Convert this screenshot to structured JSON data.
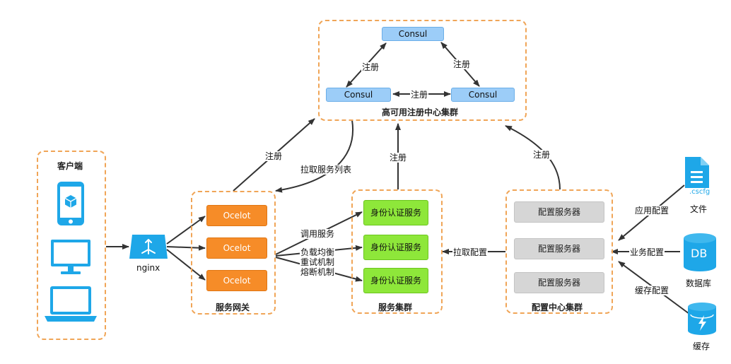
{
  "groups": {
    "registry": "高可用注册中心集群",
    "client": "客户端",
    "gateway": "服务网关",
    "service": "服务集群",
    "config": "配置中心集群"
  },
  "registry_nodes": [
    "Consul",
    "Consul",
    "Consul"
  ],
  "gateway_nodes": [
    "Ocelot",
    "Ocelot",
    "Ocelot"
  ],
  "service_nodes": [
    "身份认证服务",
    "身份认证服务",
    "身份认证服务"
  ],
  "config_nodes": [
    "配置服务器",
    "配置服务器",
    "配置服务器"
  ],
  "nginx_label": "nginx",
  "edge_labels": {
    "consul_left": "注册",
    "consul_right": "注册",
    "consul_bottom": "注册",
    "gateway_register": "注册",
    "pull_service_list": "拉取服务列表",
    "service_register": "注册",
    "config_register": "注册",
    "call_service": "调用服务",
    "load_balance": "负载均衡",
    "retry": "重试机制",
    "circuit_breaker": "熔断机制",
    "pull_config": "拉取配置",
    "app_config": "应用配置",
    "business_config": "业务配置",
    "cache_config": "缓存配置"
  },
  "sources": {
    "file_ext": ".cscfg",
    "file": "文件",
    "db_text": "DB",
    "database": "数据库",
    "cache": "缓存"
  },
  "colors": {
    "group_border": "#f0a557",
    "consul": "#9ccdf8",
    "ocelot": "#f68c28",
    "auth": "#8ee73a",
    "config": "#d6d6d6",
    "icon_blue": "#1ea7e8",
    "arrow": "#333333"
  },
  "icons": [
    "mobile-icon",
    "monitor-icon",
    "laptop-icon",
    "nginx-icon",
    "file-icon",
    "database-icon",
    "cache-icon"
  ]
}
